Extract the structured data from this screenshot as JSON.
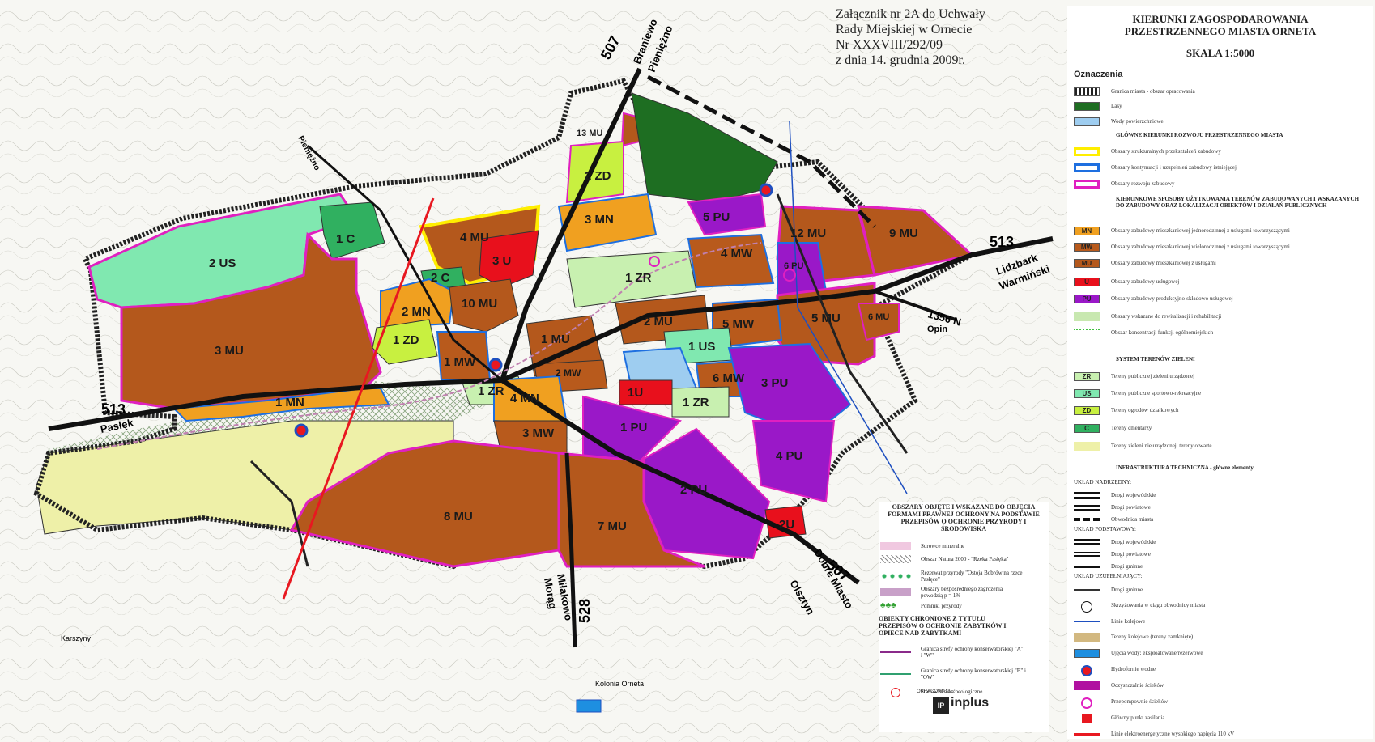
{
  "annex": {
    "lines": [
      "Załącznik nr 2A do Uchwały",
      "Rady Miejskiej w Ornecie",
      "Nr XXXVIII/292/09",
      "z dnia 14. grudnia 2009r."
    ]
  },
  "legend": {
    "title_1": "KIERUNKI ZAGOSPODAROWANIA",
    "title_2": "PRZESTRZENNEGO MIASTA ORNETA",
    "scale": "SKALA 1:5000",
    "heading": "Oznaczenia",
    "general": [
      {
        "text": "Granica miasta - obszar opracowania",
        "color": "#222222"
      },
      {
        "text": "Lasy",
        "color": "#1e6e22"
      },
      {
        "text": "Wody powierzchniowe",
        "color": "#9ecdf0"
      }
    ],
    "section_directions": "GŁÓWNE KIERUNKI ROZWOJU PRZESTRZENNEGO MIASTA",
    "directions": [
      {
        "text": "Obszary strukturalnych przekształceń zabudowy",
        "color": "#ffee00"
      },
      {
        "text": "Obszary kontynuacji i uzupełnień zabudowy istniejącej",
        "color": "#1e6fe0"
      },
      {
        "text": "Obszary rozwoju zabudowy",
        "color": "#e020c0"
      }
    ],
    "section_uses": "KIERUNKOWE SPOSOBY UŻYTKOWANIA TERENÓW ZABUDOWANYCH I WSKAZANYCH DO ZABUDOWY ORAZ LOKALIZACJI OBIEKTÓW I DZIAŁAŃ PUBLICZNYCH",
    "uses": [
      {
        "code": "MN",
        "text": "Obszary zabudowy mieszkaniowej jednorodzinnej z usługami towarzyszącymi",
        "color": "#f0a020"
      },
      {
        "code": "MW",
        "text": "Obszary zabudowy mieszkaniowej wielorodzinnej z usługami towarzyszącymi",
        "color": "#b85a1c"
      },
      {
        "code": "MU",
        "text": "Obszary zabudowy mieszkaniowej z usługami",
        "color": "#b4581c"
      },
      {
        "code": "U",
        "text": "Obszary zabudowy usługowej",
        "color": "#e8101c"
      },
      {
        "code": "PU",
        "text": "Obszary zabudowy produkcyjno-składowo usługowej",
        "color": "#9a18c8"
      },
      {
        "code": "",
        "text": "Obszary wskazane do rewitalizacji i rehabilitacji",
        "color": "#c8e8b0"
      },
      {
        "code": "",
        "text": "Obszar koncentracji funkcji ogólnomiejskich",
        "color": "#40c040"
      }
    ],
    "section_green": "SYSTEM TERENÓW ZIELENI",
    "green": [
      {
        "code": "ZR",
        "text": "Tereny publicznej zieleni urządzonej",
        "color": "#c8f0b0"
      },
      {
        "code": "US",
        "text": "Tereny publiczne sportowo-rekreacyjne",
        "color": "#80e8b0"
      },
      {
        "code": "ZD",
        "text": "Tereny ogrodów działkowych",
        "color": "#c8f040"
      },
      {
        "code": "C",
        "text": "Tereny cmentarzy",
        "color": "#30b060"
      },
      {
        "code": "",
        "text": "Tereny zieleni nieurządzonej, tereny otwarte",
        "color": "#eef0a8"
      }
    ],
    "section_infra": "INFRASTRUKTURA TECHNICZNA - główne elementy",
    "infra_groups": [
      {
        "label": "UKŁAD NADRZĘDNY:",
        "items": [
          "Drogi wojewódzkie",
          "Drogi powiatowe",
          "Obwodnica miasta"
        ]
      },
      {
        "label": "UKŁAD PODSTAWOWY:",
        "items": [
          "Drogi wojewódzkie",
          "Drogi powiatowe",
          "Drogi gminne"
        ]
      },
      {
        "label": "UKŁAD UZUPEŁNIAJĄCY:",
        "items": [
          "Drogi gminne"
        ]
      }
    ],
    "infra_other": [
      "Skrzyżowania w ciągu obwodnicy miasta",
      "Linie kolejowe",
      "Tereny kolejowe (tereny zamknięte)",
      "Ujęcia wody: eksploatowane/rezerwowe",
      "Hydrofornie wodne",
      "Oczyszczalnie ścieków",
      "Przepompownie ścieków",
      "Główny punkt zasilania",
      "Linie elektroenergetyczne wysokiego napięcia 110 kV"
    ]
  },
  "protection": {
    "title": "OBSZARY OBJĘTE I WSKAZANE DO OBJĘCIA FORMAMI PRAWNEJ OCHRONY NA PODSTAWIE PRZEPISÓW O OCHRONIE PRZYRODY I ŚRODOWISKA",
    "items": [
      "Surowce mineralne",
      "Obszar Natura 2000 - \"Rzeka Pasłęka\"",
      "Rezerwat przyrody \"Ostoja Bobrów na rzece Pasłęce\"",
      "Obszary bezpośredniego zagrożenia powodzią p = 1%",
      "Pomniki przyrody"
    ],
    "title2": "OBIEKTY CHRONIONE Z TYTUŁU PRZEPISÓW O OCHRONIE ZABYTKÓW I OPIECE NAD ZABYTKAMI",
    "items2": [
      "Granica strefy ochrony konserwatorskiej \"A\" i \"W\"",
      "Granica strefy ochrony konserwatorskiej \"B\" i \"OW\"",
      "Stanowiska archeologiczne"
    ]
  },
  "author": {
    "label": "OPRACOWANIE:",
    "logo": "IP",
    "name": "inplus"
  },
  "zones": {
    "z1": "1 C",
    "z2": "2 US",
    "z3": "3 MU",
    "z4": "4 MU",
    "z5": "3 U",
    "z6": "2 C",
    "z7": "2 MN",
    "z8": "1 ZD",
    "z9": "10 MU",
    "z10": "1 MW",
    "z11": "1 MN",
    "z12": "1 ZR",
    "z13": "13 MU",
    "z14": "2 ZD",
    "z15": "3 MN",
    "z16": "5 PU",
    "z17": "12 MU",
    "z18": "9 MU",
    "z19": "4 MW",
    "z20": "1 ZR",
    "z21": "6 PU",
    "z22": "1 MU",
    "z23": "2 MU",
    "z24": "5 MU",
    "z25": "6 MU",
    "z26": "5 MW",
    "z27": "1 US",
    "z28": "2 MW",
    "z29": "6 MW",
    "z30": "3 PU",
    "z31": "1U",
    "z32": "1 ZR",
    "z33": "4 MN",
    "z34": "3 MW",
    "z35": "1 PU",
    "z36": "4 PU",
    "z37": "2 PU",
    "z38": "8 MU",
    "z39": "7 MU",
    "z40": "2U"
  },
  "roads": {
    "r507n": "507",
    "r507s": "507",
    "r513w": "513",
    "r513e": "513",
    "r528": "528",
    "r1356": "1356 N"
  },
  "places": {
    "p1": "Braniewo",
    "p2": "Pieniężno",
    "p3": "Pieniężno",
    "p4": "Lidzbark",
    "p5": "Warmiński",
    "p6": "Opin",
    "p7": "Pasłęk",
    "p8": "Dobre Miasto",
    "p9": "Olsztyn",
    "p10": "Miłakowo",
    "p11": "Morąg",
    "p12": "Karszyny",
    "p13": "Kolonia Orneta"
  }
}
